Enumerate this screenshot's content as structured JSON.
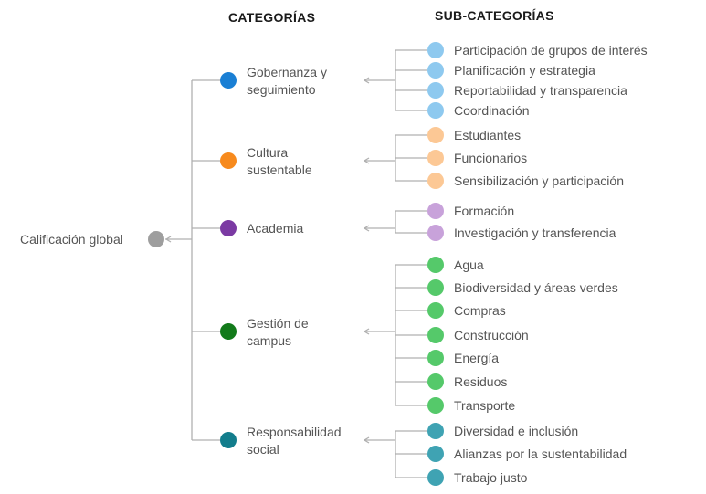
{
  "headers": {
    "categories": "CATEGORÍAS",
    "subcategories": "SUB-CATEGORÍAS"
  },
  "root": {
    "label": "Calificación global",
    "color": "#9e9e9e"
  },
  "categories": [
    {
      "lines": [
        "Gobernanza y",
        "seguimiento"
      ],
      "color": "#1a7fd4",
      "sub_color": "#8ec9ef",
      "subcategories": [
        "Participación de grupos de interés",
        "Planificación y estrategia",
        "Reportabilidad y transparencia",
        "Coordinación"
      ]
    },
    {
      "lines": [
        "Cultura",
        "sustentable"
      ],
      "color": "#f78a1d",
      "sub_color": "#fcc895",
      "subcategories": [
        "Estudiantes",
        "Funcionarios",
        "Sensibilización y participación"
      ]
    },
    {
      "lines": [
        "Academia"
      ],
      "color": "#7b3aa3",
      "sub_color": "#c8a2da",
      "subcategories": [
        "Formación",
        "Investigación y transferencia"
      ]
    },
    {
      "lines": [
        "Gestión de",
        "campus"
      ],
      "color": "#127a1a",
      "sub_color": "#55c96a",
      "subcategories": [
        "Agua",
        "Biodiversidad y áreas verdes",
        "Compras",
        "Construcción",
        "Energía",
        "Residuos",
        "Transporte"
      ]
    },
    {
      "lines": [
        "Responsabilidad",
        "social"
      ],
      "color": "#127d8c",
      "sub_color": "#3fa3b3",
      "subcategories": [
        "Diversidad e inclusión",
        "Alianzas por la sustentabilidad",
        "Trabajo justo"
      ]
    }
  ]
}
